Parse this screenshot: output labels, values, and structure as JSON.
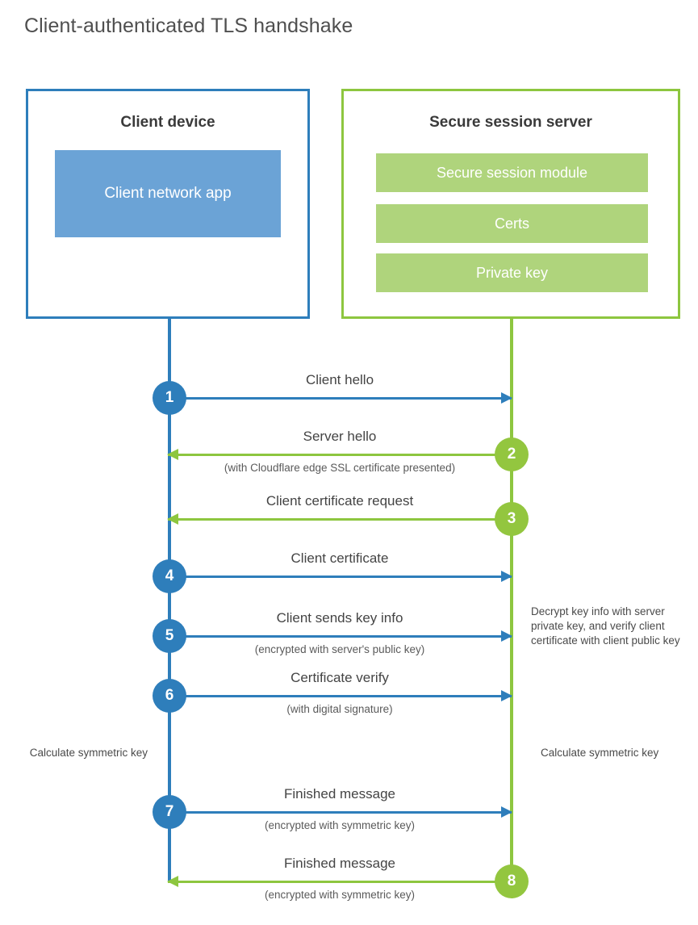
{
  "title": "Client-authenticated TLS handshake",
  "colors": {
    "blue_border": "#2E7EBB",
    "blue_fill": "#6BA3D6",
    "green_border": "#8DC63F",
    "green_fill": "#AFD47C",
    "green_circle": "#93C63F",
    "text": "#454545",
    "background": "#FFFFFF"
  },
  "client": {
    "title": "Client device",
    "app_label": "Client network app"
  },
  "server": {
    "title": "Secure session server",
    "components": [
      "Secure session module",
      "Certs",
      "Private key"
    ]
  },
  "steps": [
    {
      "number": "1",
      "label": "Client hello",
      "sublabel": "",
      "direction": "to-server"
    },
    {
      "number": "2",
      "label": "Server hello",
      "sublabel": "(with Cloudflare edge SSL certificate presented)",
      "direction": "to-client"
    },
    {
      "number": "3",
      "label": "Client certificate request",
      "sublabel": "",
      "direction": "to-client"
    },
    {
      "number": "4",
      "label": "Client certificate",
      "sublabel": "",
      "direction": "to-server"
    },
    {
      "number": "5",
      "label": "Client sends key info",
      "sublabel": "(encrypted with server's public key)",
      "direction": "to-server"
    },
    {
      "number": "6",
      "label": "Certificate verify",
      "sublabel": "(with digital signature)",
      "direction": "to-server"
    },
    {
      "number": "7",
      "label": "Finished message",
      "sublabel": "(encrypted with symmetric key)",
      "direction": "to-server"
    },
    {
      "number": "8",
      "label": "Finished message",
      "sublabel": "(encrypted with symmetric key)",
      "direction": "to-client"
    }
  ],
  "notes": {
    "decrypt": "Decrypt key info with server private key, and verify client certificate with client public key",
    "calculate_client": "Calculate symmetric key",
    "calculate_server": "Calculate symmetric key"
  }
}
